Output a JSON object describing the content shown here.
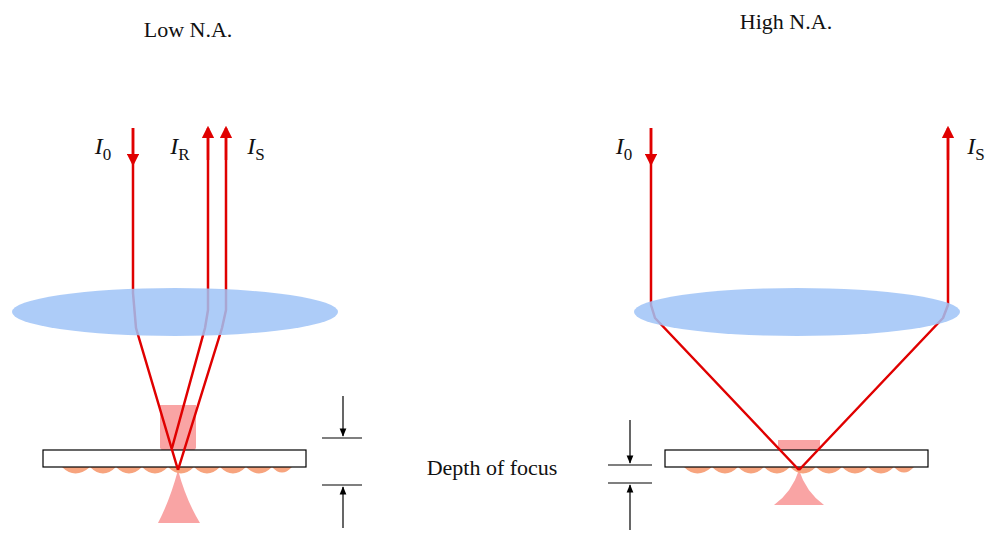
{
  "diagram": {
    "labels": [
      "Low N.A.",
      "High N.A.",
      "I0",
      "IR",
      "IS",
      "I0",
      "IS",
      "Depth of focus"
    ]
  }
}
